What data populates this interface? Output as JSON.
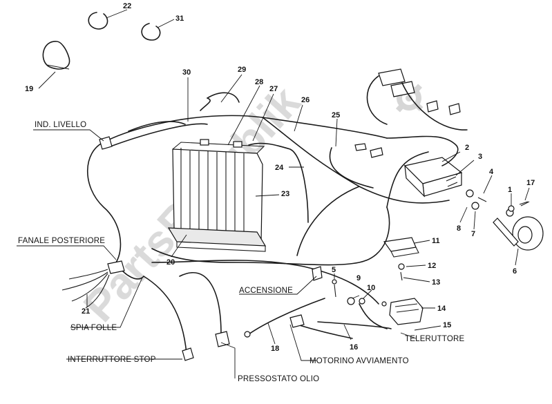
{
  "watermark": {
    "text": "PartsRepublik",
    "color": "#d4d4d4"
  },
  "colors": {
    "line": "#111111",
    "background": "#ffffff"
  },
  "callouts": [
    "1",
    "2",
    "3",
    "4",
    "5",
    "6",
    "7",
    "8",
    "9",
    "10",
    "11",
    "12",
    "13",
    "14",
    "15",
    "16",
    "17",
    "18",
    "19",
    "20",
    "21",
    "22",
    "23",
    "24",
    "25",
    "26",
    "27",
    "28",
    "29",
    "30",
    "31"
  ],
  "labels": {
    "ind_livello": "IND. LIVELLO",
    "fanale_posteriore": "FANALE POSTERIORE",
    "spia_folle": "SPIA FOLLE",
    "interruttore_stop": "INTERRUTTORE STOP",
    "pressostato_olio": "PRESSOSTATO OLIO",
    "motorino_avviamento": "MOTORINO AVVIAMENTO",
    "teleruttore": "TELERUTTORE",
    "accensione": "ACCENSIONE"
  }
}
